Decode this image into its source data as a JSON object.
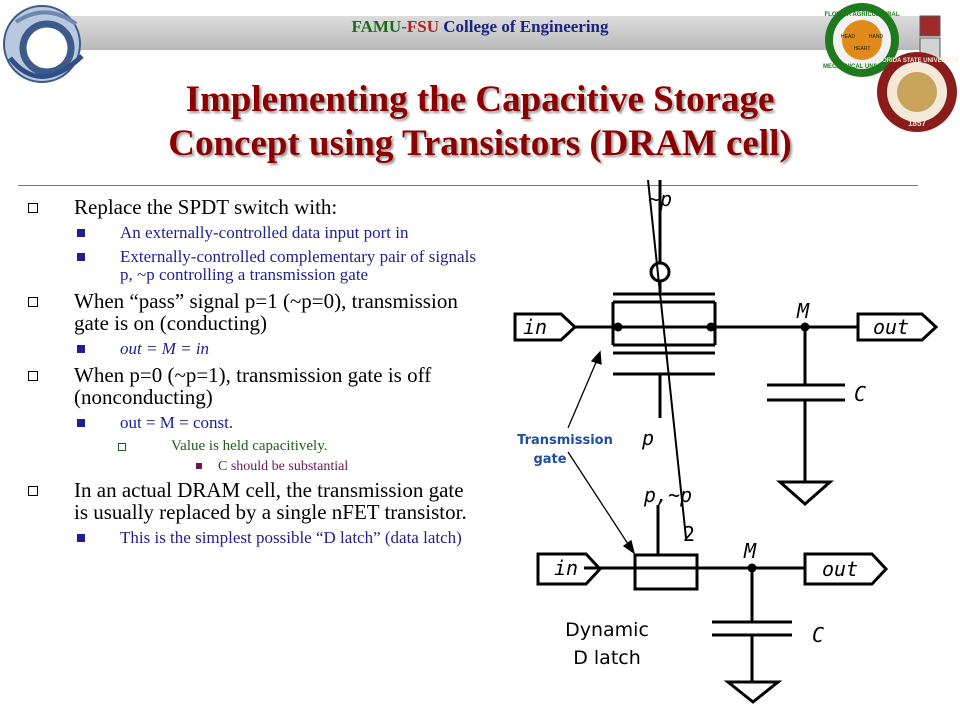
{
  "header": {
    "left": "FAMU",
    "dash": "-",
    "mid": "FSU",
    "right": " College of Engineering",
    "colors": {
      "famu": "#1b6b1b",
      "fsu": "#b22222",
      "college": "#1a237e"
    }
  },
  "title": {
    "line1": "Implementing the Capacitive Storage",
    "line2": "Concept using Transistors (DRAM cell)"
  },
  "logos": {
    "famu_seal": {
      "top": "FLORIDA AGRICULTURAL",
      "bottom": "MECHANICAL UNIVERSITY",
      "left": "HEAD",
      "right": "HAND",
      "center": "HEART"
    },
    "fsu_seal": {
      "text": "FLORIDA STATE UNIVERSITY",
      "year": "1857"
    }
  },
  "bullets": [
    {
      "level": 1,
      "text": "Replace the SPDT switch with:"
    },
    {
      "level": 2,
      "text": "An externally-controlled data input port in"
    },
    {
      "level": 2,
      "text": "Externally-controlled complementary pair of signals p, ~p controlling a transmission gate"
    },
    {
      "level": 1,
      "text": "When “pass” signal p=1 (~p=0), transmission gate is on (conducting)"
    },
    {
      "level": 2,
      "text": "out = M = in"
    },
    {
      "level": 1,
      "text": "When p=0 (~p=1), transmission gate is off (nonconducting)"
    },
    {
      "level": 2,
      "text": "out = M = const."
    },
    {
      "level": 3,
      "text": "Value is held capacitively."
    },
    {
      "level": 4,
      "text": "C should be substantial"
    },
    {
      "level": 1,
      "text": "In an actual DRAM cell, the transmission gate is usually replaced by a single nFET transistor."
    },
    {
      "level": 2,
      "text": "This is the simplest possible “D latch” (data latch)"
    }
  ],
  "diagram": {
    "top": {
      "notp": "~p",
      "p": "p",
      "in": "in",
      "out": "out",
      "node": "M",
      "cap": "C"
    },
    "annotation": {
      "line1": "Transmission",
      "line2": "gate",
      "color": "#1f4e9e"
    },
    "bottom": {
      "ctrl": "p,~p",
      "bus": "2",
      "in": "in",
      "out": "out",
      "node": "M",
      "cap": "C",
      "caption1": "Dynamic",
      "caption2": "D latch"
    }
  }
}
